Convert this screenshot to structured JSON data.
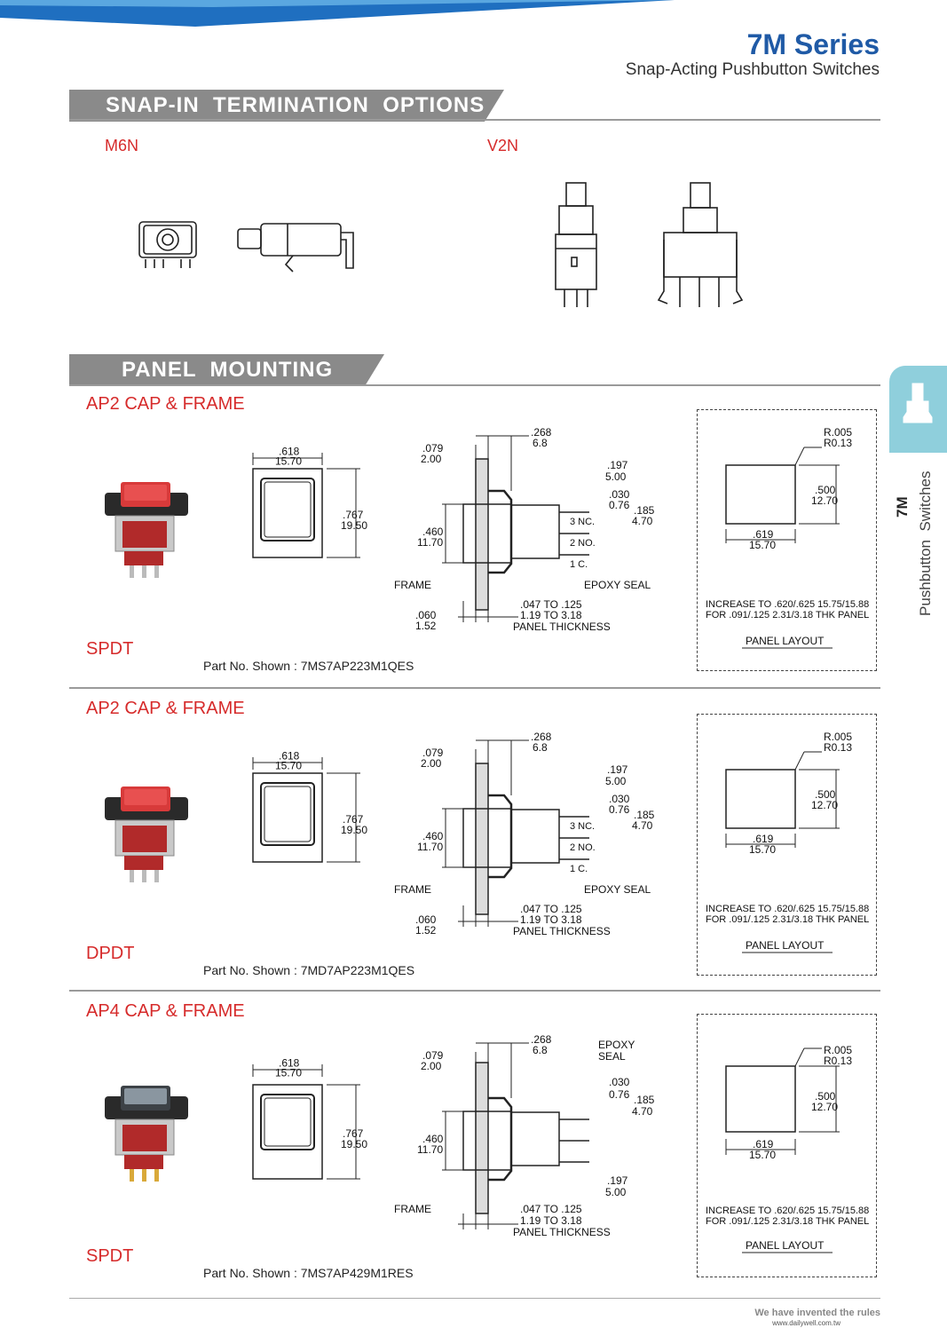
{
  "header": {
    "series_title": "7M Series",
    "subtitle": "Snap-Acting Pushbutton Switches"
  },
  "snapin": {
    "heading": "SNAP-IN  TERMINATION  OPTIONS",
    "option1": "M6N",
    "option2": "V2N"
  },
  "panel": {
    "heading": "PANEL  MOUNTING"
  },
  "side_tab": {
    "bold": "7M",
    "text": "Pushbutton  Switches"
  },
  "sections": [
    {
      "title": "AP2 CAP & FRAME",
      "type": "SPDT",
      "part_no": "Part No. Shown : 7MS7AP223M1QES",
      "dims": {
        "w_in": ".618",
        "w_mm": "15.70",
        "h_in": ".767",
        "h_mm": "19.50",
        "a_in": ".079",
        "a_mm": "2.00",
        "b_in": ".268",
        "b_mm": "6.8",
        "c_in": ".197",
        "c_mm": "5.00",
        "d_in": ".030",
        "d_mm": "0.76",
        "e_in": ".185",
        "e_mm": "4.70",
        "f_in": ".460",
        "f_mm": "11.70",
        "g_in": ".060",
        "g_mm": "1.52",
        "nc": "3 NC.",
        "no": "2 NO.",
        "c": "1 C.",
        "frame": "FRAME",
        "epoxy": "EPOXY SEAL",
        "thk1": ".047 TO .125",
        "thk2": "1.19 TO 3.18",
        "thk3": "PANEL THICKNESS"
      },
      "layout": {
        "r_in": "R.005",
        "r_mm": "R0.13",
        "h_in": ".500",
        "h_mm": "12.70",
        "w_in": ".619",
        "w_mm": "15.70",
        "note1": "INCREASE TO .620/.625  15.75/15.88",
        "note2": "FOR .091/.125  2.31/3.18 THK PANEL",
        "label": "PANEL LAYOUT"
      }
    },
    {
      "title": "AP2 CAP & FRAME",
      "type": "DPDT",
      "part_no": "Part No. Shown : 7MD7AP223M1QES",
      "dims": {
        "w_in": ".618",
        "w_mm": "15.70",
        "h_in": ".767",
        "h_mm": "19.50",
        "a_in": ".079",
        "a_mm": "2.00",
        "b_in": ".268",
        "b_mm": "6.8",
        "c_in": ".197",
        "c_mm": "5.00",
        "d_in": ".030",
        "d_mm": "0.76",
        "e_in": ".185",
        "e_mm": "4.70",
        "f_in": ".460",
        "f_mm": "11.70",
        "g_in": ".060",
        "g_mm": "1.52",
        "nc": "3 NC.",
        "no": "2 NO.",
        "c": "1 C.",
        "frame": "FRAME",
        "epoxy": "EPOXY SEAL",
        "thk1": ".047 TO .125",
        "thk2": "1.19 TO 3.18",
        "thk3": "PANEL THICKNESS"
      },
      "layout": {
        "r_in": "R.005",
        "r_mm": "R0.13",
        "h_in": ".500",
        "h_mm": "12.70",
        "w_in": ".619",
        "w_mm": "15.70",
        "note1": "INCREASE TO .620/.625  15.75/15.88",
        "note2": "FOR .091/.125  2.31/3.18 THK PANEL",
        "label": "PANEL LAYOUT"
      }
    },
    {
      "title": "AP4 CAP & FRAME",
      "type": "SPDT",
      "part_no": "Part No. Shown : 7MS7AP429M1RES",
      "dims": {
        "w_in": ".618",
        "w_mm": "15.70",
        "h_in": ".767",
        "h_mm": "19.50",
        "a_in": ".079",
        "a_mm": "2.00",
        "b_in": ".268",
        "b_mm": "6.8",
        "c_in": ".197",
        "c_mm": "5.00",
        "d_in": ".030",
        "d_mm": "0.76",
        "e_in": ".185",
        "e_mm": "4.70",
        "f_in": ".460",
        "f_mm": "11.70",
        "frame": "FRAME",
        "epoxy1": "EPOXY",
        "epoxy2": "SEAL",
        "thk1": ".047 TO .125",
        "thk2": "1.19 TO 3.18",
        "thk3": "PANEL THICKNESS"
      },
      "layout": {
        "r_in": "R.005",
        "r_mm": "R0.13",
        "h_in": ".500",
        "h_mm": "12.70",
        "w_in": ".619",
        "w_mm": "15.70",
        "note1": "INCREASE TO .620/.625  15.75/15.88",
        "note2": "FOR .091/.125  2.31/3.18 THK PANEL",
        "label": "PANEL LAYOUT"
      }
    }
  ],
  "footer": {
    "tagline": "We have invented the rules",
    "url": "www.dailywell.com.tw"
  },
  "colors": {
    "accent_blue": "#1f5aa6",
    "accent_red": "#d62b2b",
    "tab_teal": "#8fcfdc",
    "header_grey": "#8a8a8a"
  }
}
